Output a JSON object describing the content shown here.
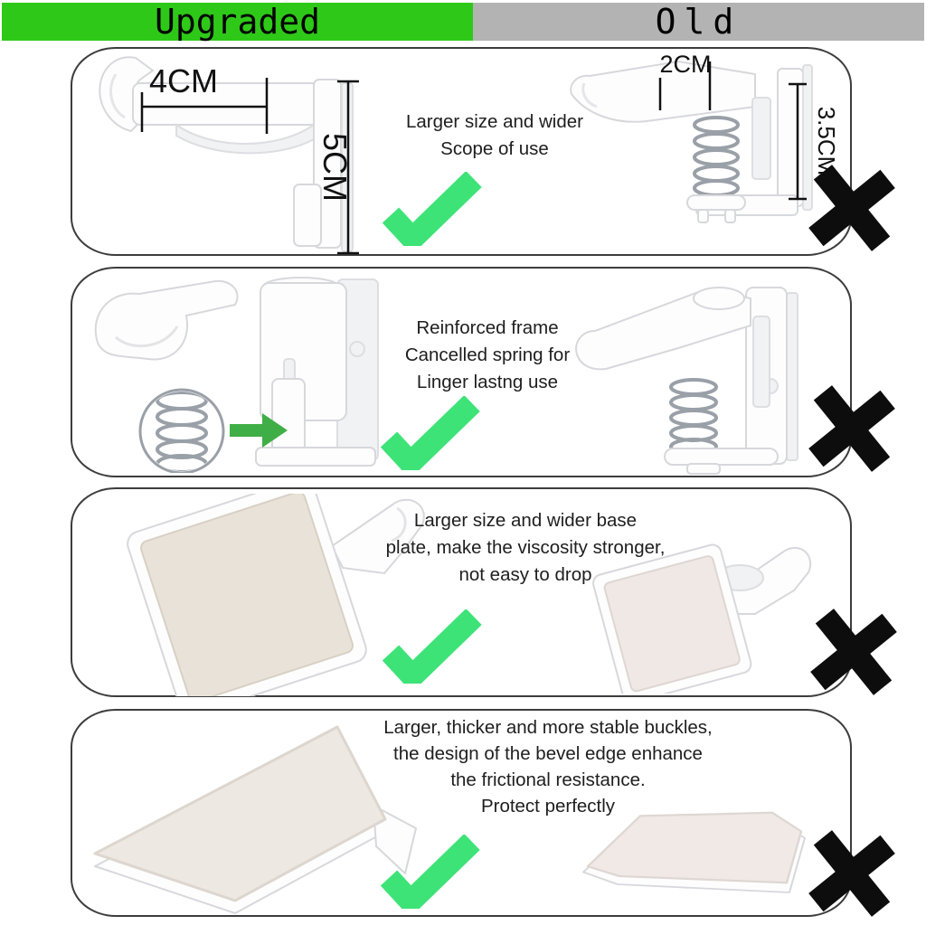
{
  "header": {
    "upgraded_label": "Upgraded",
    "old_label": "Old"
  },
  "colors": {
    "header_green": "#2ec918",
    "header_gray": "#b3b3b3",
    "check_green": "#3de377",
    "arrow_green": "#3fae46",
    "cross_black": "#0d0d0d",
    "plate_beige": "#e9e2d8"
  },
  "rows": [
    {
      "name": "size-comparison",
      "upgraded": {
        "width_label": "4CM",
        "height_label": "5CM"
      },
      "old": {
        "width_label": "2CM",
        "height_label": "3.5CM"
      },
      "description_lines": [
        "Larger size and wider",
        "Scope of use"
      ],
      "upgraded_verdict": "check",
      "old_verdict": "cross"
    },
    {
      "name": "frame-comparison",
      "description_lines": [
        "Reinforced frame",
        "Cancelled spring for",
        "Linger lastng use"
      ],
      "upgraded_verdict": "check",
      "old_verdict": "cross"
    },
    {
      "name": "base-plate-comparison",
      "description_lines": [
        "Larger size and wider base",
        "plate, make the viscosity stronger,",
        "not easy to drop"
      ],
      "upgraded_verdict": "check",
      "old_verdict": "cross"
    },
    {
      "name": "buckle-comparison",
      "description_lines": [
        "Larger, thicker and more stable buckles,",
        "the design of the bevel edge enhance",
        "the frictional resistance.",
        "Protect perfectly"
      ],
      "upgraded_verdict": "check",
      "old_verdict": "cross"
    }
  ]
}
